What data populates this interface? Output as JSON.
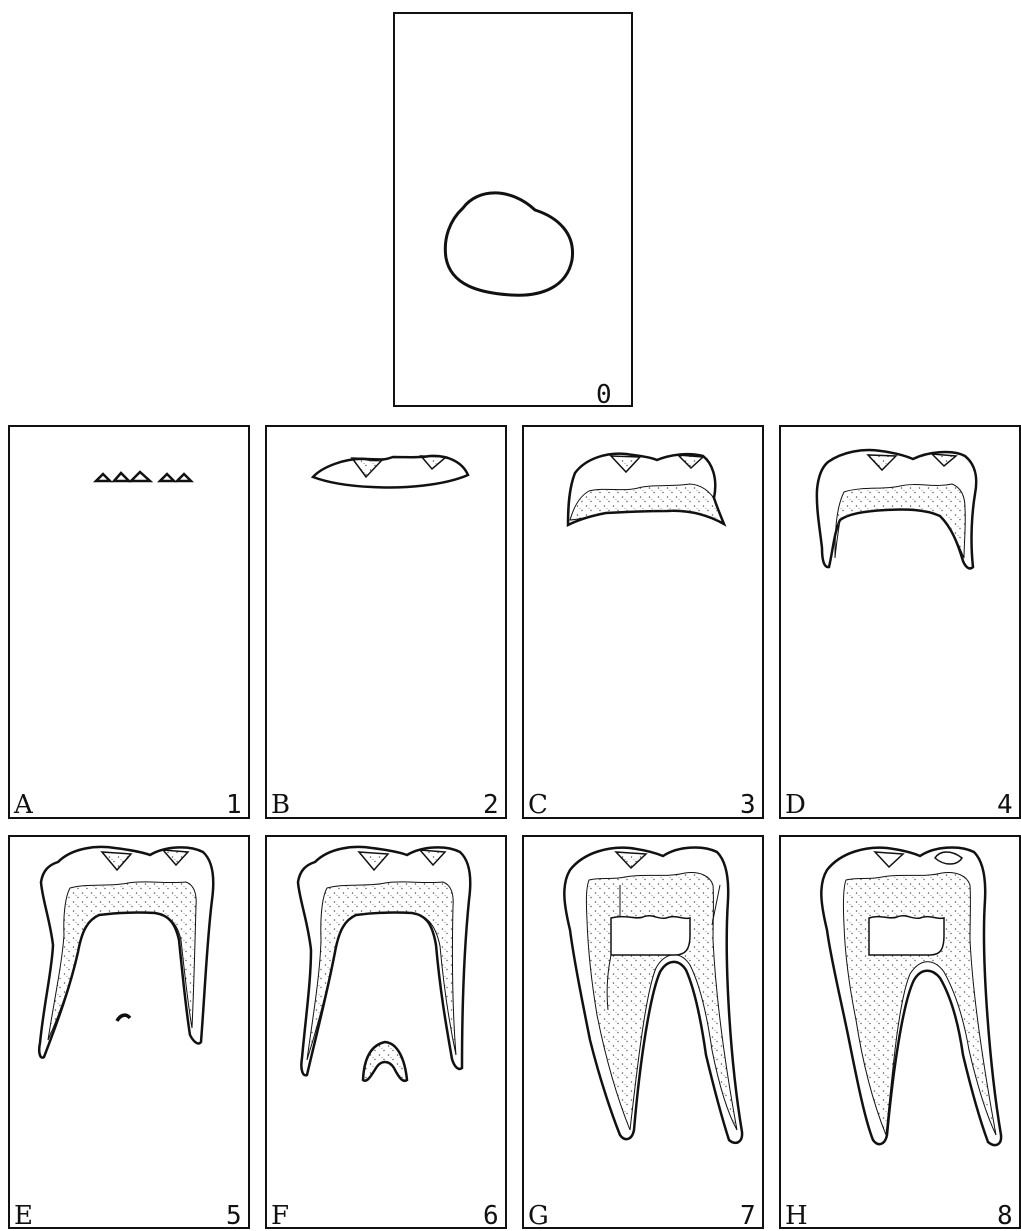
{
  "panels": [
    {
      "letter": "",
      "number": "0"
    },
    {
      "letter": "A",
      "number": "1"
    },
    {
      "letter": "B",
      "number": "2"
    },
    {
      "letter": "C",
      "number": "3"
    },
    {
      "letter": "D",
      "number": "4"
    },
    {
      "letter": "E",
      "number": "5"
    },
    {
      "letter": "F",
      "number": "6"
    },
    {
      "letter": "G",
      "number": "7"
    },
    {
      "letter": "H",
      "number": "8"
    }
  ],
  "colors": {
    "line": "#111111",
    "stipple": "#555555",
    "background": "#ffffff"
  }
}
